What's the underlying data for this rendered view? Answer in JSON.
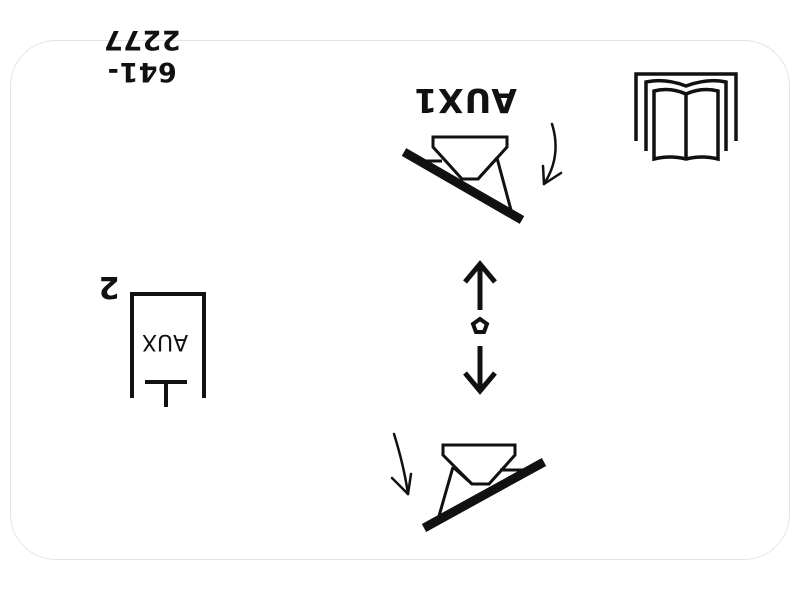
{
  "decal": {
    "orientation": "rotated-180",
    "part_number": "641-2277",
    "aux1": {
      "label": "AUX1",
      "icons": [
        "spreader-raised-icon",
        "rotate-arrow-icon"
      ]
    },
    "aux2": {
      "label": "AUX",
      "number": "2",
      "icons": [
        "aux-port-icon"
      ]
    },
    "controls": {
      "icons": [
        "up-down-arrow-icon",
        "neutral-position-icon",
        "spreader-lowered-icon",
        "rotate-arrow-icon"
      ]
    },
    "manual": {
      "icons": [
        "operator-manual-icon"
      ]
    },
    "colors": {
      "ink": "#111111",
      "background": "#ffffff",
      "border": "#e4e4e4"
    }
  }
}
